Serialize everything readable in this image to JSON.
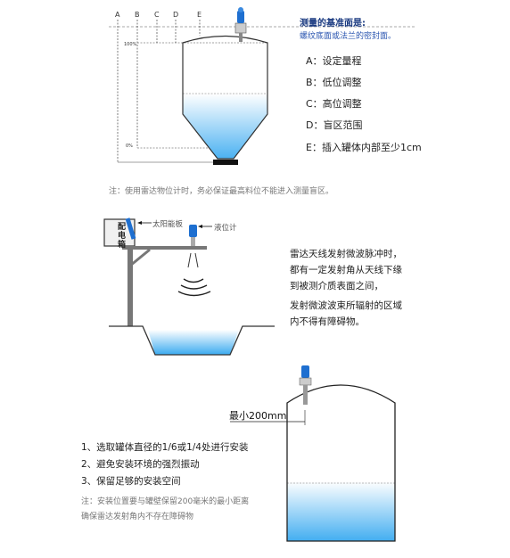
{
  "top_diagram": {
    "columns": [
      "A",
      "B",
      "C",
      "D",
      "E"
    ],
    "percent_top": "100%",
    "percent_bottom": "0%",
    "header_title": "测量的基准面是:",
    "header_subtitle": "螺纹底面或法兰的密封面。",
    "legend": [
      "A：设定量程",
      "B：低位调整",
      "C：高位调整",
      "D：盲区范围",
      "E：插入罐体内部至少1cm"
    ],
    "note": "注：使用雷达物位计时，务必保证最高料位不能进入测量盲区。"
  },
  "middle_diagram": {
    "box_label": "配电箱",
    "solar_label": "太阳能板",
    "level_label": "液位计",
    "paragraph_1": [
      "雷达天线发射微波脉冲时，",
      "都有一定发射角从天线下缘",
      "到被测介质表面之间，"
    ],
    "paragraph_2": [
      "发射微波波束所辐射的区域",
      "内不得有障碍物。"
    ]
  },
  "bottom_diagram": {
    "distance_label": "最小200mm",
    "steps": [
      "1、选取罐体直径的1/6或1/4处进行安装",
      "2、避免安装环境的强烈振动",
      "3、保留足够的安装空间"
    ],
    "note": [
      "注：安装位置要与罐壁保留200毫米的最小距离",
      "确保雷达发射角内不存在障碍物"
    ]
  },
  "colors": {
    "liquid_top": "#ffffff",
    "liquid_bottom": "#39a8ec",
    "device_blue": "#1e6fd0",
    "header_blue": "#1a3a80"
  }
}
